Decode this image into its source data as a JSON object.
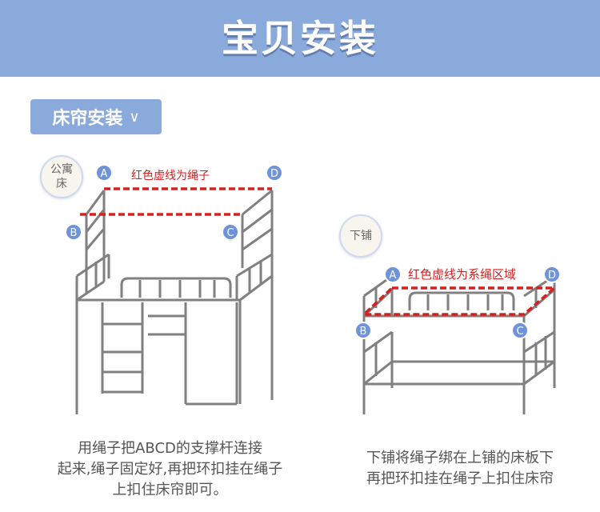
{
  "banner": {
    "title": "宝贝安装"
  },
  "section": {
    "label": "床帘安装",
    "chevron": "∨"
  },
  "left": {
    "badge_line1": "公寓",
    "badge_line2": "床",
    "rope_label": "红色虚线为绳子",
    "points": [
      "A",
      "B",
      "C",
      "D"
    ],
    "caption_line1": "用绳子把ABCD的支撑杆连接",
    "caption_line2": "起来,绳子固定好,再把环扣挂在绳子",
    "caption_line3": "上扣住床帘即可。"
  },
  "right": {
    "badge": "下铺",
    "zone_label": "红色虚线为系绳区域",
    "points": [
      "A",
      "B",
      "C",
      "D"
    ],
    "caption_line1": "下铺将绳子绑在上铺的床板下",
    "caption_line2": "再把环扣挂在绳子上扣住床帘"
  },
  "colors": {
    "banner": "#8aaadb",
    "rope": "#d42020",
    "frame": "#808080",
    "point": "#6f93d8"
  }
}
